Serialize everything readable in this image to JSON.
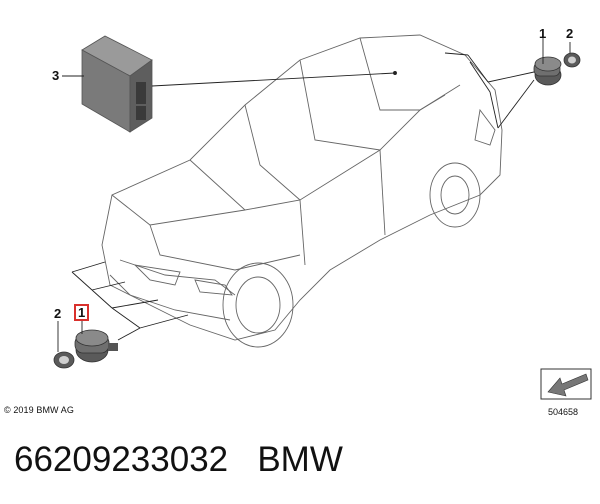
{
  "callouts": {
    "sensor_rear": "1",
    "ring_rear": "2",
    "control_unit": "3",
    "ring_front": "2",
    "sensor_front": "1"
  },
  "copyright": "© 2019 BMW AG",
  "drawing_number": "504658",
  "caption": {
    "part_number": "66209233032",
    "brand": "BMW"
  },
  "colors": {
    "line": "#555555",
    "highlight_box": "#d9302c",
    "part_fill": "#6f6f6f"
  },
  "icons": [
    "car-outline-icon",
    "control-unit-icon",
    "pdc-sensor-icon",
    "sensor-ring-icon",
    "arrow-icon"
  ]
}
